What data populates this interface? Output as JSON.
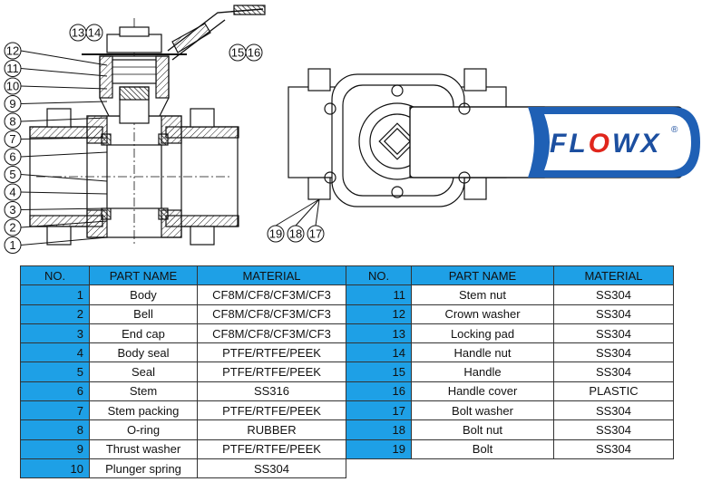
{
  "table": {
    "headers_left": {
      "no": "NO.",
      "part": "PART    NAME",
      "material": "MATERIAL"
    },
    "headers_right": {
      "no": "NO.",
      "part": "PART    NAME",
      "material": "MATERIAL"
    },
    "rows": [
      {
        "l": {
          "no": "1",
          "part": "Body",
          "material": "CF8M/CF8/CF3M/CF3"
        },
        "r": {
          "no": "11",
          "part": "Stem nut",
          "material": "SS304"
        }
      },
      {
        "l": {
          "no": "2",
          "part": "Bell",
          "material": "CF8M/CF8/CF3M/CF3"
        },
        "r": {
          "no": "12",
          "part": "Crown washer",
          "material": "SS304"
        }
      },
      {
        "l": {
          "no": "3",
          "part": "End   cap",
          "material": "CF8M/CF8/CF3M/CF3"
        },
        "r": {
          "no": "13",
          "part": "Locking   pad",
          "material": "SS304"
        }
      },
      {
        "l": {
          "no": "4",
          "part": "Body   seal",
          "material": "PTFE/RTFE/PEEK"
        },
        "r": {
          "no": "14",
          "part": "Handle   nut",
          "material": "SS304"
        }
      },
      {
        "l": {
          "no": "5",
          "part": "Seal",
          "material": "PTFE/RTFE/PEEK"
        },
        "r": {
          "no": "15",
          "part": "Handle",
          "material": "SS304"
        }
      },
      {
        "l": {
          "no": "6",
          "part": "Stem",
          "material": "SS316"
        },
        "r": {
          "no": "16",
          "part": "Handle   cover",
          "material": "PLASTIC"
        }
      },
      {
        "l": {
          "no": "7",
          "part": "Stem packing",
          "material": "PTFE/RTFE/PEEK"
        },
        "r": {
          "no": "17",
          "part": "Bolt washer",
          "material": "SS304"
        }
      },
      {
        "l": {
          "no": "8",
          "part": "O-ring",
          "material": "RUBBER"
        },
        "r": {
          "no": "18",
          "part": "Bolt nut",
          "material": "SS304"
        }
      },
      {
        "l": {
          "no": "9",
          "part": "Thrust washer",
          "material": "PTFE/RTFE/PEEK"
        },
        "r": {
          "no": "19",
          "part": "Bolt",
          "material": "SS304"
        }
      },
      {
        "l": {
          "no": "10",
          "part": "Plunger spring",
          "material": "SS304"
        },
        "r": null
      }
    ]
  },
  "callouts": {
    "left": [
      "12",
      "11",
      "10",
      "9",
      "8",
      "7",
      "6",
      "5",
      "4",
      "3",
      "2",
      "1"
    ],
    "top": [
      "13",
      "14",
      "15",
      "16"
    ],
    "bottom": [
      "19",
      "18",
      "17"
    ]
  },
  "logo": {
    "text": "FLOWX",
    "mark": "®",
    "colors": {
      "blue": "#1c4fa0",
      "red": "#e0261c",
      "handle": "#1f60b5"
    }
  },
  "header_color": "#1ea0e6"
}
